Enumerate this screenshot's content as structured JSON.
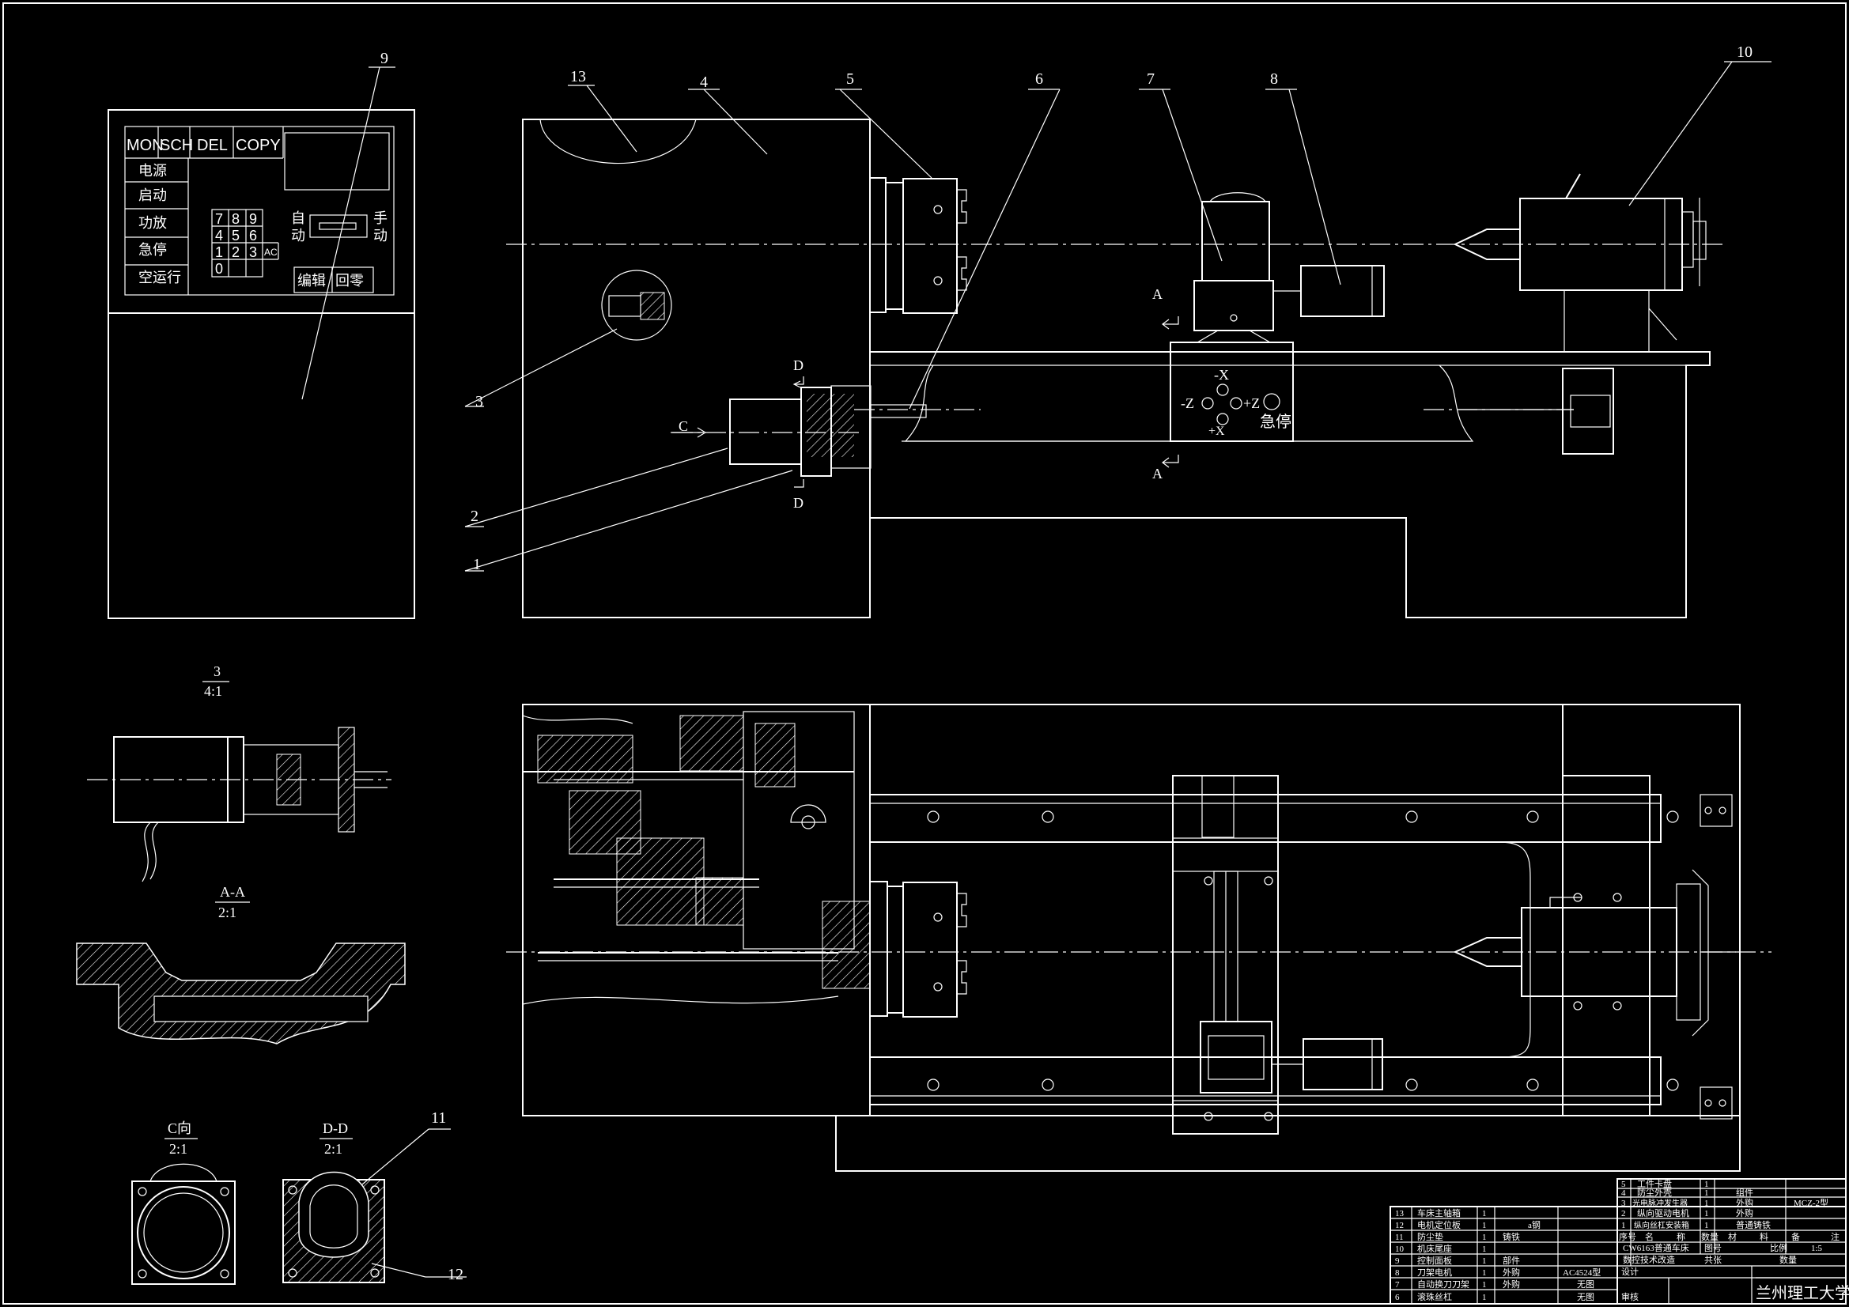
{
  "callouts": [
    "1",
    "2",
    "3",
    "4",
    "5",
    "6",
    "7",
    "8",
    "9",
    "10",
    "11",
    "12",
    "13"
  ],
  "control_panel": {
    "keys_top": [
      "MON",
      "SCH",
      "DEL",
      "COPY"
    ],
    "left_labels": [
      "电源",
      "启动",
      "功放",
      "急停",
      "空运行"
    ],
    "numpad": [
      [
        "7",
        "8",
        "9"
      ],
      [
        "4",
        "5",
        "6"
      ],
      [
        "1",
        "2",
        "3",
        "AC"
      ],
      [
        "0"
      ]
    ],
    "mode_left": [
      "自",
      "动"
    ],
    "mode_right": [
      "手",
      "动"
    ],
    "bottom_keys": [
      "编辑",
      "回零"
    ]
  },
  "carriage_panel": {
    "labels": [
      "-X",
      "-Z",
      "+Z",
      "+X",
      "急停"
    ]
  },
  "views": {
    "section_a": "A",
    "section_d": "D",
    "view_c": "C",
    "detail3_title": "3",
    "detail3_scale": "4:1",
    "aa_title": "A-A",
    "aa_scale": "2:1",
    "c_title": "C向",
    "c_scale": "2:1",
    "dd_title": "D-D",
    "dd_scale": "2:1"
  },
  "bom_left": [
    [
      "13",
      "车床主轴箱",
      "1",
      "",
      ""
    ],
    [
      "12",
      "电机定位板",
      "1",
      "a钢",
      ""
    ],
    [
      "11",
      "防尘垫",
      "1",
      "铸铁",
      ""
    ],
    [
      "10",
      "机床尾座",
      "1",
      "",
      ""
    ],
    [
      "9",
      "控制面板",
      "1",
      "部件",
      ""
    ],
    [
      "8",
      "刀架电机",
      "1",
      "外购",
      "AC4524型"
    ],
    [
      "7",
      "自动换刀刀架",
      "1",
      "外购",
      "无图"
    ],
    [
      "6",
      "滚珠丝杠",
      "1",
      "",
      "无图"
    ]
  ],
  "bom_right": [
    [
      "5",
      "工件卡盘",
      "1",
      "",
      ""
    ],
    [
      "4",
      "防尘外壳",
      "1",
      "组件",
      ""
    ],
    [
      "3",
      "光电脉冲发生器",
      "1",
      "外购",
      "MCZ-2型"
    ],
    [
      "2",
      "纵向驱动电机",
      "1",
      "外购",
      ""
    ],
    [
      "1",
      "纵向丝杠安装箱",
      "1",
      "普通铸铁",
      ""
    ]
  ],
  "bom_header": [
    "序号",
    "名",
    "称",
    "数量",
    "材",
    "料",
    "备",
    "注"
  ],
  "title_block": {
    "drawing_name_1": "CW6163普通车床",
    "drawing_name_2": "数控技术改造",
    "drawing_no_label": "图号",
    "sheet_label": "共张",
    "scale_label": "比例",
    "scale": "1:5",
    "qty_label": "数量",
    "designer": "设计",
    "reviewer": "审核",
    "school": "兰州理工大学"
  }
}
